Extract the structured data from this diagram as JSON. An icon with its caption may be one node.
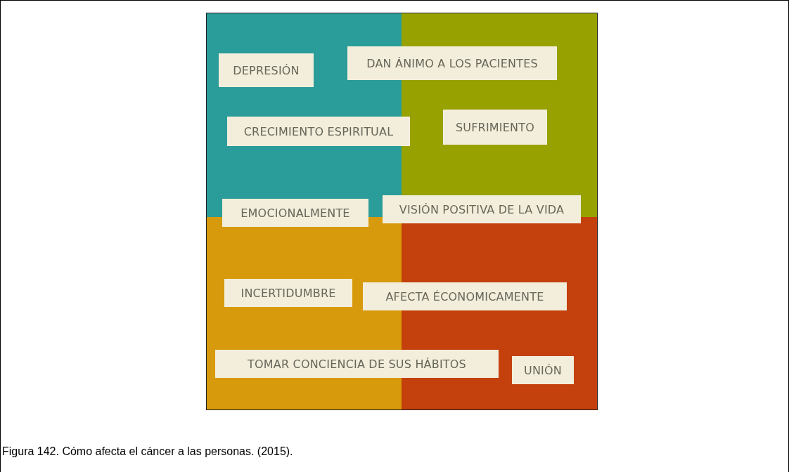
{
  "diagram": {
    "caption": "Figura 142. Cómo afecta el cáncer a las personas. (2015).",
    "nodes": [
      {
        "text": [
          "DEPRESIÓN"
        ]
      },
      {
        "text": [
          "DAN ÁNIMO A LOS PACIENTES"
        ]
      },
      {
        "text": [
          "CRECIMIENTO ESPIRITUAL"
        ]
      },
      {
        "text": [
          "SUFRIMIENTO"
        ]
      },
      {
        "text": [
          "EMOCIONALMENTE"
        ]
      },
      {
        "text": [
          "VISIÓN POSITIVA DE LA VIDA"
        ]
      },
      {
        "text": [
          "INCERTIDUMBRE"
        ]
      },
      {
        "text": [
          "AFECTA ÉCONOMICAMENTE"
        ]
      },
      {
        "text": [
          "TOMAR CONCIENCIA DE SUS HÁBITOS"
        ]
      },
      {
        "text": [
          "UNIÓN"
        ]
      }
    ],
    "edges": []
  }
}
